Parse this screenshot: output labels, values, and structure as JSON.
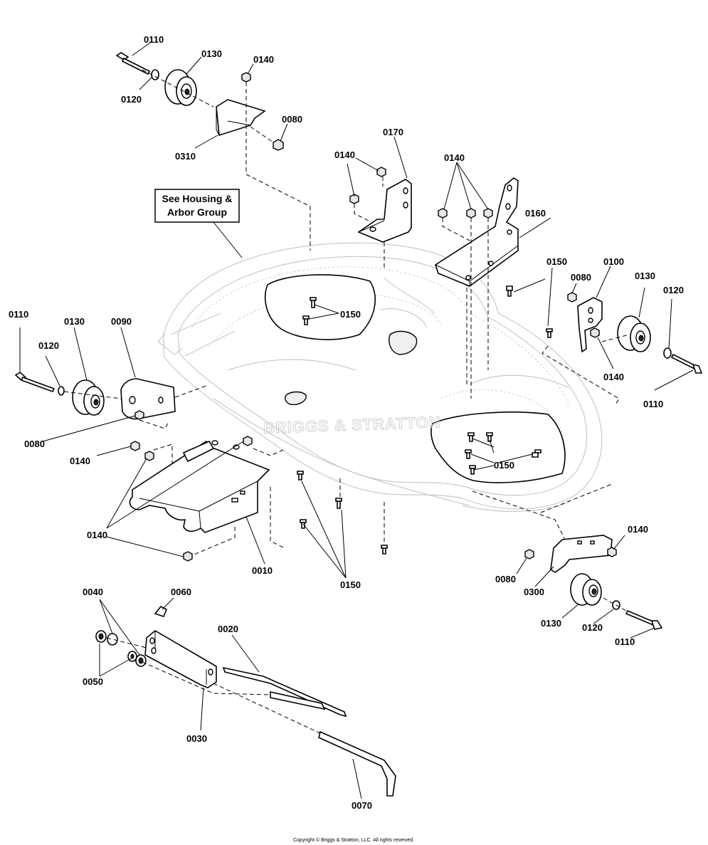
{
  "note": {
    "line1": "See Housing &",
    "line2": "Arbor Group"
  },
  "watermark": "BRIGGS & STRATTON",
  "copyright": "Copyright © Briggs & Stratton, LLC. All rights reserved.",
  "callouts": [
    {
      "id": "c1",
      "text": "0110"
    },
    {
      "id": "c2",
      "text": "0130"
    },
    {
      "id": "c3",
      "text": "0120"
    },
    {
      "id": "c4",
      "text": "0140"
    },
    {
      "id": "c5",
      "text": "0080"
    },
    {
      "id": "c6",
      "text": "0310"
    },
    {
      "id": "c7",
      "text": "0170"
    },
    {
      "id": "c8",
      "text": "0140"
    },
    {
      "id": "c9",
      "text": "0140"
    },
    {
      "id": "c10",
      "text": "0160"
    },
    {
      "id": "c11",
      "text": "0150"
    },
    {
      "id": "c12",
      "text": "0150"
    },
    {
      "id": "c13",
      "text": "0080"
    },
    {
      "id": "c14",
      "text": "0100"
    },
    {
      "id": "c15",
      "text": "0130"
    },
    {
      "id": "c16",
      "text": "0120"
    },
    {
      "id": "c17",
      "text": "0110"
    },
    {
      "id": "c18",
      "text": "0130"
    },
    {
      "id": "c19",
      "text": "0090"
    },
    {
      "id": "c20",
      "text": "0120"
    },
    {
      "id": "c21",
      "text": "0140"
    },
    {
      "id": "c22",
      "text": "0110"
    },
    {
      "id": "c23",
      "text": "0080"
    },
    {
      "id": "c24",
      "text": "0140"
    },
    {
      "id": "c25",
      "text": "0150"
    },
    {
      "id": "c26",
      "text": "0140"
    },
    {
      "id": "c27",
      "text": "0010"
    },
    {
      "id": "c28",
      "text": "0150"
    },
    {
      "id": "c29",
      "text": "0140"
    },
    {
      "id": "c30",
      "text": "0080"
    },
    {
      "id": "c31",
      "text": "0300"
    },
    {
      "id": "c32",
      "text": "0130"
    },
    {
      "id": "c33",
      "text": "0120"
    },
    {
      "id": "c34",
      "text": "0110"
    },
    {
      "id": "c35",
      "text": "0040"
    },
    {
      "id": "c36",
      "text": "0060"
    },
    {
      "id": "c37",
      "text": "0020"
    },
    {
      "id": "c38",
      "text": "0050"
    },
    {
      "id": "c39",
      "text": "0030"
    },
    {
      "id": "c40",
      "text": "0070"
    }
  ]
}
